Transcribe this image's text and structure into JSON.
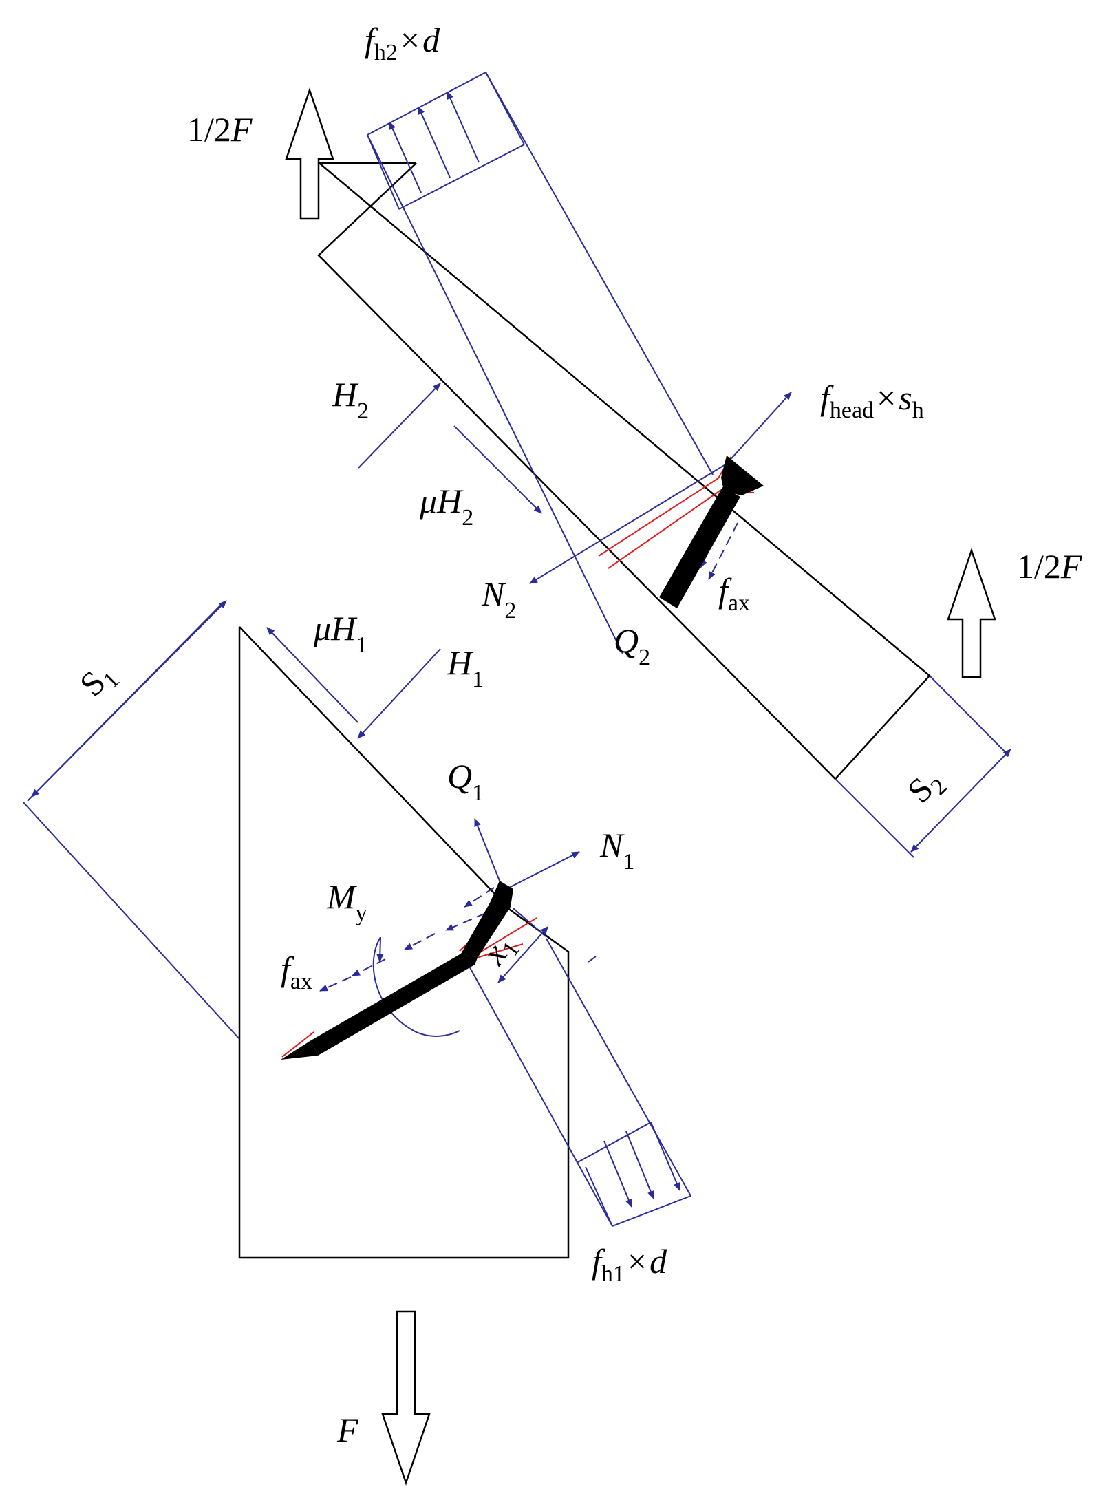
{
  "colors": {
    "outline": "#000000",
    "force_lines": "#2b2b9b",
    "hidden_screw_edge": "#e01c1c",
    "screw_fill": "#000000"
  },
  "labels": {
    "fh2": {
      "main": "f",
      "sub": "h2",
      "tail": "×",
      "var": "d"
    },
    "half_f_top": {
      "prefix": "1/2",
      "var": "F"
    },
    "half_f_right": {
      "prefix": "1/2",
      "var": "F"
    },
    "fhead": {
      "main": "f",
      "sub": "head",
      "tail": "×",
      "var": "s",
      "var_sub": "h"
    },
    "h2": {
      "main": "H",
      "sub": "2"
    },
    "mu_h2": {
      "main": "μH",
      "sub": "2"
    },
    "n2": {
      "main": "N",
      "sub": "2"
    },
    "fax_top": {
      "main": "f",
      "sub": "ax"
    },
    "q2": {
      "main": "Q",
      "sub": "2"
    },
    "mu_h1": {
      "main": "μH",
      "sub": "1"
    },
    "h1": {
      "main": "H",
      "sub": "1"
    },
    "s1": {
      "main": "S",
      "sub": "1"
    },
    "s2": {
      "main": "S",
      "sub": "2"
    },
    "q1": {
      "main": "Q",
      "sub": "1"
    },
    "n1": {
      "main": "N",
      "sub": "1"
    },
    "my": {
      "main": "M",
      "sub": "y"
    },
    "fax_bottom": {
      "main": "f",
      "sub": "ax"
    },
    "x1": {
      "main": "x",
      "sub": "1"
    },
    "fh1": {
      "main": "f",
      "sub": "h1",
      "tail": "×",
      "var": "d"
    },
    "f_bottom": {
      "var": "F"
    }
  },
  "icons": [
    "hollow-up-arrow-icon",
    "hollow-down-arrow-icon"
  ]
}
